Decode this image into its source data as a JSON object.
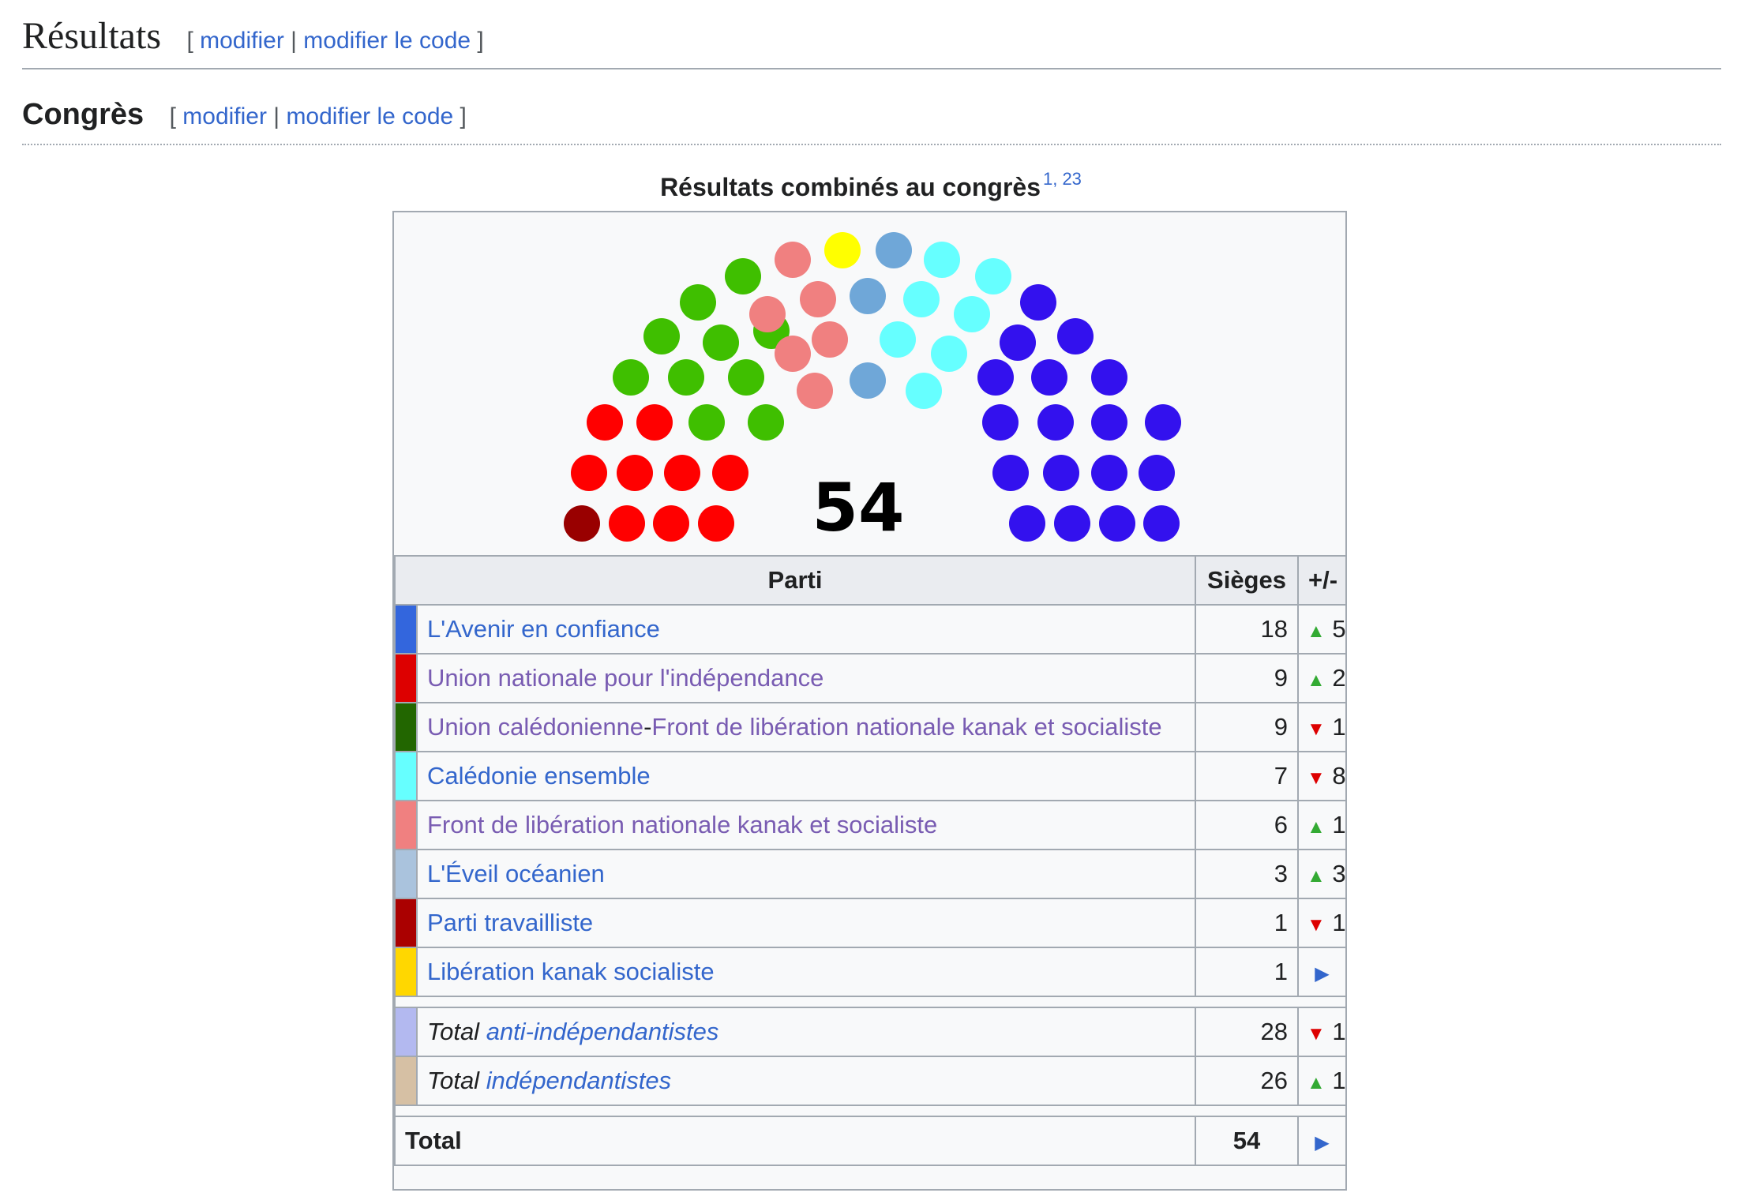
{
  "section": {
    "title": "Résultats",
    "edit": "modifier",
    "edit_code": "modifier le code"
  },
  "subsection": {
    "title": "Congrès",
    "edit": "modifier",
    "edit_code": "modifier le code"
  },
  "caption": {
    "text": "Résultats combinés au congrès",
    "refs": "1, 23"
  },
  "hemicycle": {
    "total_label": "54",
    "seat_colors": [
      "#990000",
      "#ff0000",
      "#3fbf00",
      "#f08080",
      "#ffff00",
      "#6fa7d8",
      "#66ffff",
      "#3311ee"
    ]
  },
  "table": {
    "headers": {
      "party": "Parti",
      "seats": "Sièges",
      "change": "+/-"
    },
    "parties": [
      {
        "name": "L'Avenir en confiance",
        "color": "#3366dd",
        "seats": "18",
        "trend": "up",
        "change": "5",
        "visited": false
      },
      {
        "name": "Union nationale pour l'indépendance",
        "color": "#dd0000",
        "seats": "9",
        "trend": "up",
        "change": "2",
        "visited": true
      },
      {
        "name_a": "Union calédonienne",
        "name_sep": "-",
        "name_b": "Front de libération nationale kanak et socialiste",
        "color": "#226600",
        "seats": "9",
        "trend": "down",
        "change": "1"
      },
      {
        "name": "Calédonie ensemble",
        "color": "#66ffff",
        "seats": "7",
        "trend": "down",
        "change": "8",
        "visited": false
      },
      {
        "name": "Front de libération nationale kanak et socialiste",
        "color": "#f08080",
        "seats": "6",
        "trend": "up",
        "change": "1",
        "visited": true
      },
      {
        "name": "L'Éveil océanien",
        "color": "#aac3dd",
        "seats": "3",
        "trend": "up",
        "change": "3",
        "visited": false
      },
      {
        "name": "Parti travailliste",
        "color": "#aa0000",
        "seats": "1",
        "trend": "down",
        "change": "1",
        "visited": false
      },
      {
        "name": "Libération kanak socialiste",
        "color": "#ffd700",
        "seats": "1",
        "trend": "steady",
        "change": "",
        "visited": false
      }
    ],
    "subtotals": [
      {
        "prefix": "Total",
        "name": "anti-indépendantistes",
        "color": "#b3b9f0",
        "seats": "28",
        "trend": "down",
        "change": "1"
      },
      {
        "prefix": "Total",
        "name": "indépendantistes",
        "color": "#d6c0a4",
        "seats": "26",
        "trend": "up",
        "change": "1"
      }
    ],
    "total": {
      "label": "Total",
      "seats": "54",
      "trend": "steady"
    }
  }
}
